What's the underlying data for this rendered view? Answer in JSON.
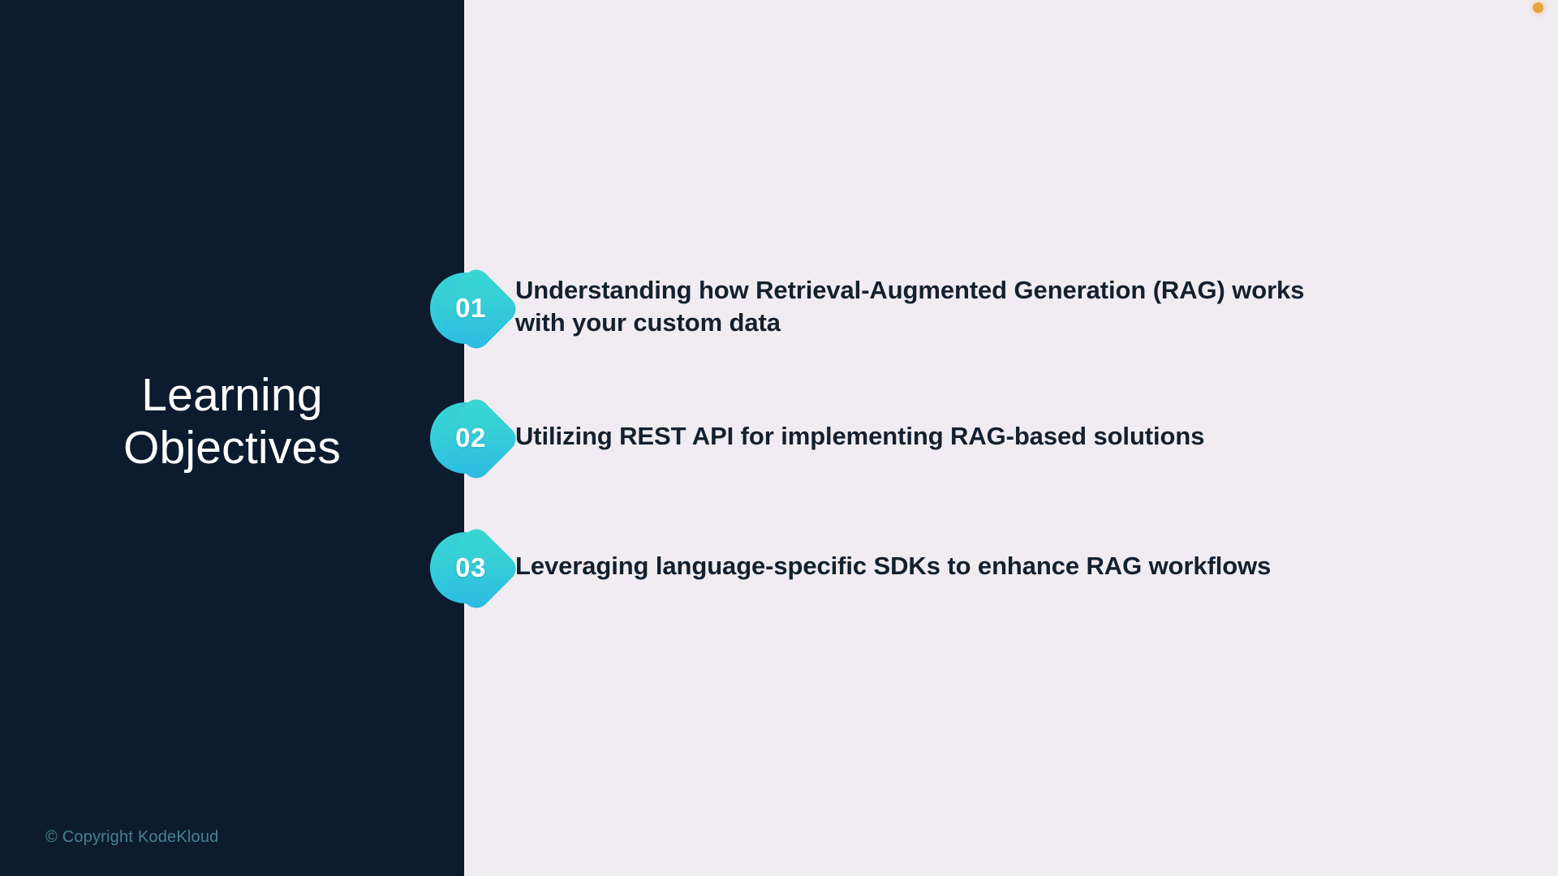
{
  "slide": {
    "title": "Learning\nObjectives",
    "copyright": "© Copyright KodeKloud",
    "colors": {
      "panel_dark": "#0c1c2e",
      "panel_light": "#f1ecf1",
      "badge_gradient_start": "#3bd8d1",
      "badge_gradient_end": "#29b3e9",
      "title_text": "#ffffff",
      "body_text": "#13202f",
      "copyright_text": "#4a7f93",
      "corner_dot": "#e8a33d"
    }
  },
  "objectives": [
    {
      "number": "01",
      "text": "Understanding how Retrieval-Augmented Generation (RAG) works with your custom data"
    },
    {
      "number": "02",
      "text": "Utilizing REST API for implementing RAG-based solutions"
    },
    {
      "number": "03",
      "text": "Leveraging language-specific SDKs to enhance RAG workflows"
    }
  ]
}
